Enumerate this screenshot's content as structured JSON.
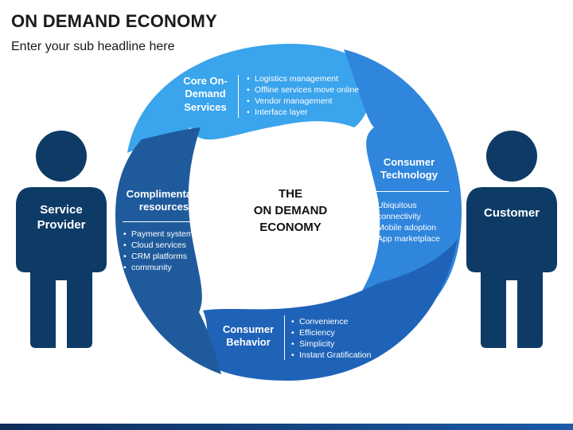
{
  "title": "ON DEMAND ECONOMY",
  "subtitle": "Enter your sub headline here",
  "center": {
    "line1": "THE",
    "line2": "ON DEMAND",
    "line3": "ECONOMY"
  },
  "left_person": {
    "line1": "Service",
    "line2": "Provider"
  },
  "right_person": {
    "label": "Customer"
  },
  "segments": {
    "core": {
      "title_lines": [
        "Core On-",
        "Demand",
        "Services"
      ],
      "items": [
        "Logistics management",
        "Offline services move online",
        "Vendor management",
        "Interface layer"
      ]
    },
    "technology": {
      "title_lines": [
        "Consumer",
        "Technology"
      ],
      "items": [
        "Ubiquitous",
        "connectivity",
        "Mobile adoption",
        "App marketplace"
      ]
    },
    "behavior": {
      "title_lines": [
        "Consumer",
        "Behavior"
      ],
      "items": [
        "Convenience",
        "Efficiency",
        "Simplicity",
        "Instant Gratification"
      ]
    },
    "resources": {
      "title_lines": [
        "Complimentary",
        "resources"
      ],
      "items": [
        "Payment systems",
        "Cloud services",
        "CRM platforms",
        "community"
      ]
    }
  },
  "colors": {
    "core": "#3aa4ec",
    "technology": "#2f86dc",
    "behavior": "#1f63b8",
    "resources": "#1f5b9c",
    "person": "#0d3b66"
  }
}
